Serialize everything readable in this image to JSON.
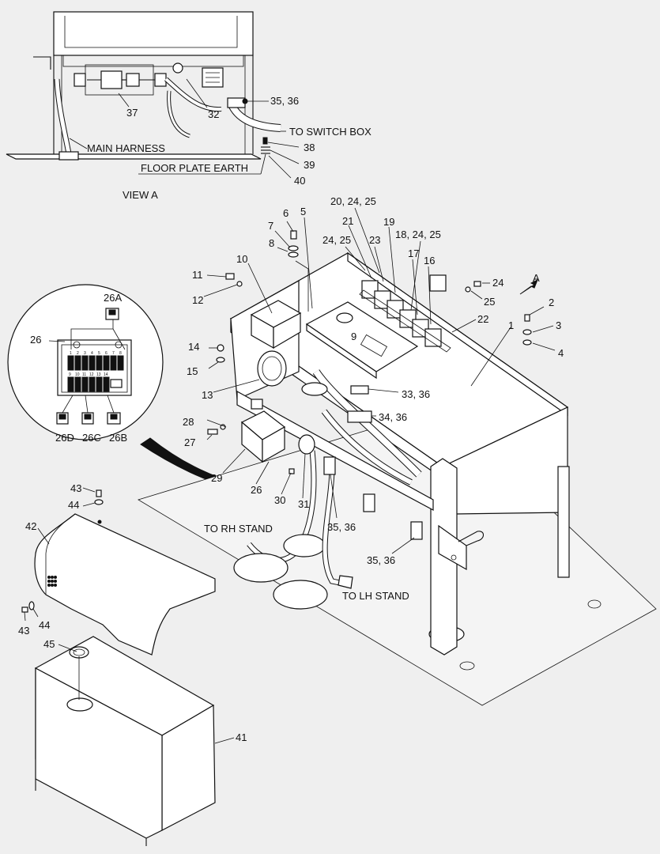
{
  "view_a": {
    "title": "VIEW  A",
    "notes": {
      "to_switch_box": "TO SWITCH BOX",
      "main_harness": "MAIN HARNESS",
      "floor_plate_earth": "FLOOR PLATE EARTH"
    },
    "callouts": {
      "c37": "37",
      "c32": "32",
      "c3536": "35, 36",
      "c38": "38",
      "c39": "39",
      "c40": "40"
    }
  },
  "detail": {
    "callouts": {
      "c26a": "26A",
      "c26": "26",
      "c26d": "26D",
      "c26c": "26C",
      "c26b": "26B"
    },
    "fuse_numbers_top": [
      "1",
      "2",
      "3",
      "4",
      "5",
      "6",
      "7",
      "8"
    ],
    "fuse_numbers_bottom": [
      "9",
      "10",
      "11",
      "12",
      "13",
      "14"
    ]
  },
  "main": {
    "notes": {
      "to_rh_stand": "TO RH STAND",
      "to_lh_stand": "TO LH STAND",
      "arrow_a": "A"
    },
    "callouts": {
      "c202425": "20, 24, 25",
      "c21": "21",
      "c2425": "24, 25",
      "c19": "19",
      "c23": "23",
      "c182425": "18, 24, 25",
      "c17": "17",
      "c16": "16",
      "c6": "6",
      "c5": "5",
      "c7": "7",
      "c8": "8",
      "c10": "10",
      "c11": "11",
      "c12": "12",
      "c24": "24",
      "c25": "25",
      "c2": "2",
      "c3": "3",
      "c4": "4",
      "c1": "1",
      "c22": "22",
      "c9": "9",
      "c14": "14",
      "c15": "15",
      "c13": "13",
      "c3336": "33, 36",
      "c3436": "34, 36",
      "c28": "28",
      "c27": "27",
      "c29": "29",
      "c26": "26",
      "c30": "30",
      "c31": "31",
      "c3536a": "35, 36",
      "c3536b": "35, 36"
    }
  },
  "cover": {
    "callouts": {
      "c43a": "43",
      "c44a": "44",
      "c42": "42",
      "c43b": "43",
      "c44b": "44",
      "c45": "45",
      "c41": "41"
    }
  }
}
